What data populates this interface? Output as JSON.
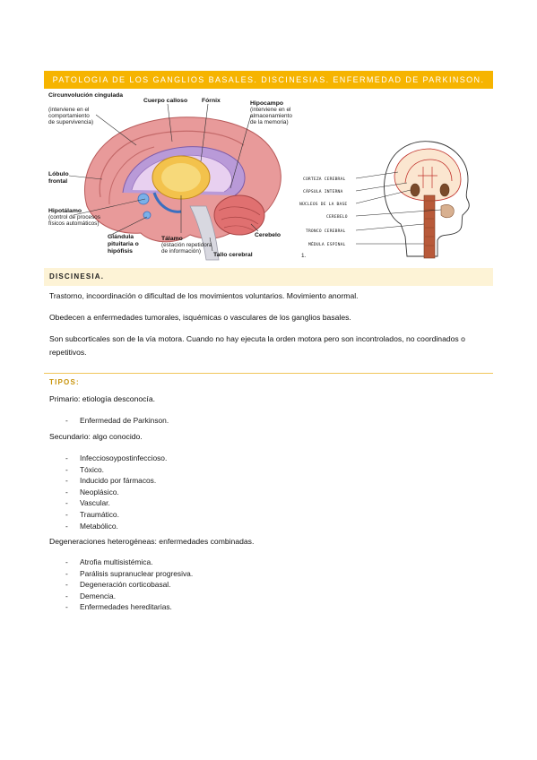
{
  "title": "PATOLOGIA DE LOS GANGLIOS BASALES. DISCINESIAS. ENFERMEDAD DE PARKINSON.",
  "figure": {
    "brain_labels": {
      "circunvolucion": "Circunvolución cingulada",
      "circunvolucion_desc1": "(interviene en el",
      "circunvolucion_desc2": "comportamiento",
      "circunvolucion_desc3": "de supervivencia)",
      "cuerpo_calloso": "Cuerpo calloso",
      "fornix": "Fórnix",
      "hipocampo": "Hipocampo",
      "hipocampo_desc1": "(interviene en el",
      "hipocampo_desc2": "almacenamiento",
      "hipocampo_desc3": "de la memoria)",
      "lobulo": "Lóbulo",
      "frontal": "frontal",
      "hipotalamo": "Hipotálamo",
      "hipotalamo_desc1": "(control de procesos",
      "hipotalamo_desc2": "físicos automáticos)",
      "glandula1": "Glándula",
      "glandula2": "pituitaria o",
      "glandula3": "hipófisis",
      "talamo": "Tálamo",
      "talamo_desc1": "(estación repetidora",
      "talamo_desc2": "de información)",
      "cerebelo": "Cerebelo",
      "tallo": "Tallo cerebral"
    },
    "head_labels": [
      "CORTEZA CEREBRAL",
      "CÁPSULA INTERNA",
      "NÚCLEOS DE LA BASE",
      "CEREBELO",
      "TRONCO CEREBRAL",
      "MÉDULA ESPINAL"
    ],
    "figure_number": "1."
  },
  "discinesia": {
    "heading": "DISCINESIA.",
    "p1": "Trastorno, incoordinación o dificultad de los movimientos voluntarios. Movimiento anormal.",
    "p2": "Obedecen a enfermedades tumorales, isquémicas o vasculares de los ganglios basales.",
    "p3": "Son subcorticales son de la vía motora. Cuando no hay ejecuta la orden motora pero son incontrolados, no coordinados o repetitivos."
  },
  "tipos": {
    "heading": "TIPOS:",
    "primario": "Primario: etiología desconocía.",
    "primario_items": [
      "Enfermedad de Parkinson."
    ],
    "secundario": "Secundario: algo conocido.",
    "secundario_items": [
      "Infecciosoypostinfeccioso.",
      "Tóxico.",
      "Inducido por fármacos.",
      "Neoplásico.",
      "Vascular.",
      "Traumático.",
      "Metabólico."
    ],
    "degeneraciones": "Degeneraciones heterogéneas: enfermedades combinadas.",
    "degeneraciones_items": [
      "Atrofia multisistémica.",
      "Parálisis supranuclear progresiva.",
      "Degeneración corticobasal.",
      "Demencia.",
      "Enfermedades hereditarias."
    ]
  },
  "colors": {
    "title_bar": "#f6b400",
    "section_bg": "#fdf3d6",
    "accent_text": "#c8930a"
  }
}
